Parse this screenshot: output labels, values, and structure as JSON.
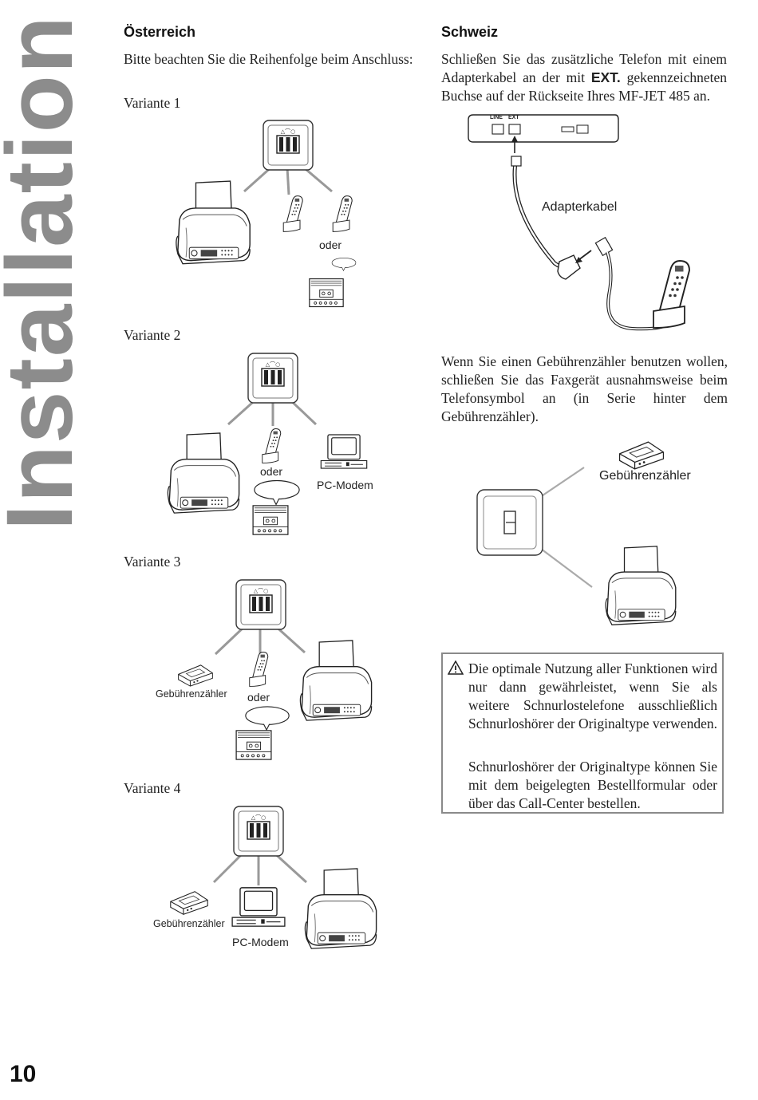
{
  "side_title": "Installation",
  "page_number": "10",
  "austria": {
    "heading": "Österreich",
    "intro": "Bitte beachten Sie die Reihenfolge beim Anschluss:",
    "variants": {
      "v1": "Variante 1",
      "v2": "Variante 2",
      "v3": "Variante 3",
      "v4": "Variante 4"
    },
    "labels": {
      "oder": "oder",
      "pc_modem": "PC-Modem",
      "gebuehrenzaehler": "Gebührenzähler"
    }
  },
  "switzerland": {
    "heading": "Schweiz",
    "intro_part1": "Schließen Sie das zusätzliche Telefon mit einem Adapterkabel an der mit",
    "intro_ext": "EXT.",
    "intro_part2": "gekennzeichneten Buchse auf der Rückseite Ihres MF-JET 485 an.",
    "port_line": "LINE",
    "port_ext": "EXT",
    "adapter_label": "Adapterkabel",
    "meter_text": "Wenn Sie einen Gebührenzähler benutzen wollen, schließen Sie das Faxgerät ausnahmsweise beim Telefonsymbol an (in Serie hinter dem Gebührenzähler).",
    "meter_label": "Gebührenzähler"
  },
  "note": {
    "icon": "warning-icon",
    "p1": "Die optimale Nutzung aller Funktionen wird nur dann gewährleistet, wenn Sie als weitere Schnurlostelefone ausschließlich Schnurloshörer der Originaltype verwenden.",
    "p2": "Schnurloshörer der Originaltype können Sie mit dem beigelegten Bestellformular oder über das Call-Center bestellen."
  }
}
